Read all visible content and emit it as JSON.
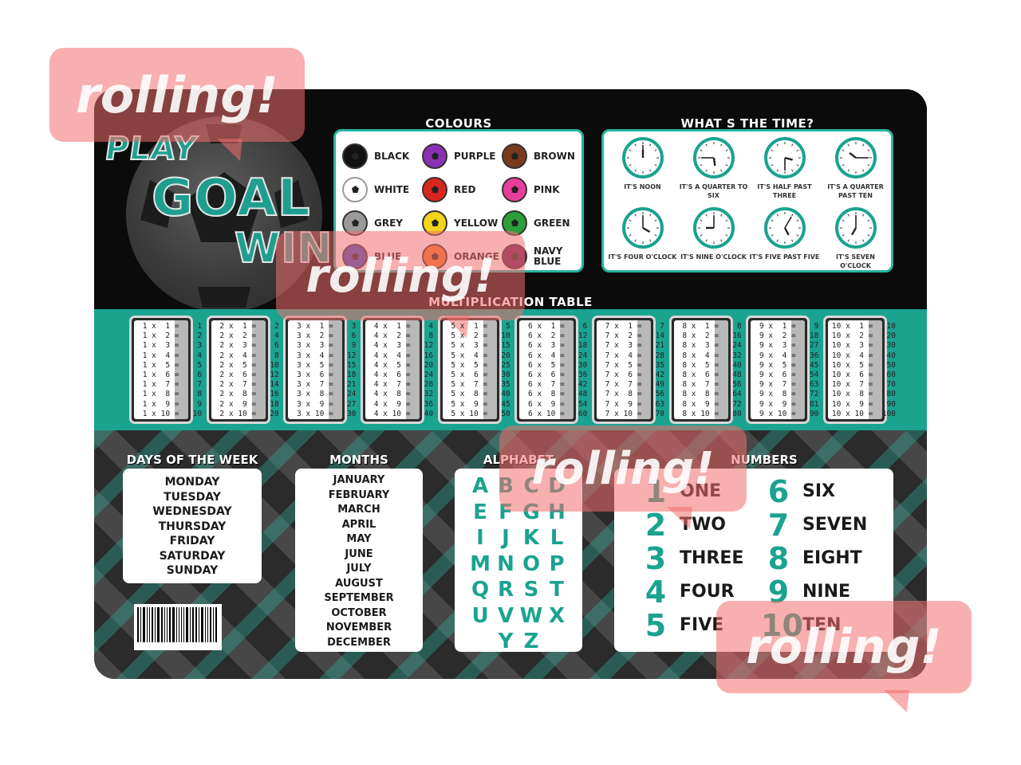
{
  "logo": {
    "play": "PLAY",
    "goal": "GOAL",
    "win": "WIN"
  },
  "colours": {
    "title": "COLOURS",
    "items": [
      {
        "label": "BLACK",
        "color": "#111111"
      },
      {
        "label": "PURPLE",
        "color": "#8b2fb5"
      },
      {
        "label": "BROWN",
        "color": "#7a3b1c"
      },
      {
        "label": "WHITE",
        "color": "#ffffff"
      },
      {
        "label": "RED",
        "color": "#d9261c"
      },
      {
        "label": "PINK",
        "color": "#e83e9a"
      },
      {
        "label": "GREY",
        "color": "#9a9a9a"
      },
      {
        "label": "YELLOW",
        "color": "#f2d51c"
      },
      {
        "label": "GREEN",
        "color": "#2e9e3a"
      },
      {
        "label": "BLUE",
        "color": "#3a4fc0"
      },
      {
        "label": "ORANGE",
        "color": "#f07a24"
      },
      {
        "label": "NAVY BLUE",
        "color": "#6a1f5e"
      }
    ]
  },
  "time": {
    "title": "WHAT S THE TIME?",
    "clocks": [
      {
        "label": "IT'S NOON",
        "hour": 12,
        "minute": 0
      },
      {
        "label": "IT'S A QUARTER TO SIX",
        "hour": 5,
        "minute": 45
      },
      {
        "label": "IT'S HALF PAST THREE",
        "hour": 3,
        "minute": 30
      },
      {
        "label": "IT'S A QUARTER PAST TEN",
        "hour": 10,
        "minute": 15
      },
      {
        "label": "IT'S FOUR O'CLOCK",
        "hour": 4,
        "minute": 0
      },
      {
        "label": "IT'S NINE O'CLOCK",
        "hour": 9,
        "minute": 0
      },
      {
        "label": "IT'S FIVE PAST FIVE",
        "hour": 5,
        "minute": 5
      },
      {
        "label": "IT'S SEVEN O'CLOCK",
        "hour": 7,
        "minute": 0
      }
    ]
  },
  "multiplication": {
    "title": "MULTIPLICATION TABLE",
    "tables": [
      1,
      2,
      3,
      4,
      5,
      6,
      7,
      8,
      9,
      10
    ],
    "multipliers": [
      1,
      2,
      3,
      4,
      5,
      6,
      7,
      8,
      9,
      10
    ]
  },
  "days": {
    "title": "DAYS OF THE WEEK",
    "items": [
      "MONDAY",
      "TUESDAY",
      "WEDNESDAY",
      "THURSDAY",
      "FRIDAY",
      "SATURDAY",
      "SUNDAY"
    ]
  },
  "months": {
    "title": "MONTHS",
    "items": [
      "JANUARY",
      "FEBRUARY",
      "MARCH",
      "APRIL",
      "MAY",
      "JUNE",
      "JULY",
      "AUGUST",
      "SEPTEMBER",
      "OCTOBER",
      "NOVEMBER",
      "DECEMBER"
    ]
  },
  "alphabet": {
    "title": "ALPHABET",
    "letters": [
      "A",
      "B",
      "C",
      "D",
      "E",
      "F",
      "G",
      "H",
      "I",
      "J",
      "K",
      "L",
      "M",
      "N",
      "O",
      "P",
      "Q",
      "R",
      "S",
      "T",
      "U",
      "V",
      "W",
      "X",
      "",
      "Y",
      "Z",
      ""
    ]
  },
  "numbers": {
    "title": "NUMBERS",
    "rows": [
      {
        "d1": "1",
        "w1": "ONE",
        "d2": "6",
        "w2": "SIX"
      },
      {
        "d1": "2",
        "w1": "TWO",
        "d2": "7",
        "w2": "SEVEN"
      },
      {
        "d1": "3",
        "w1": "THREE",
        "d2": "8",
        "w2": "EIGHT"
      },
      {
        "d1": "4",
        "w1": "FOUR",
        "d2": "9",
        "w2": "NINE"
      },
      {
        "d1": "5",
        "w1": "FIVE",
        "d2": "10",
        "w2": "TEN"
      }
    ]
  },
  "watermark": "rolling!"
}
